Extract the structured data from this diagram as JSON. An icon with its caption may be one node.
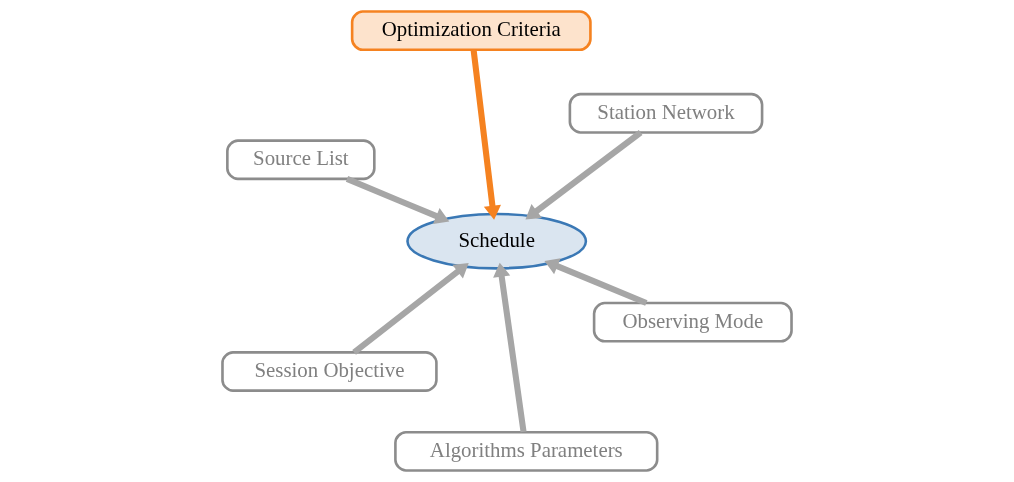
{
  "diagram": {
    "nodes": [
      {
        "text": [
          "Source List"
        ]
      },
      {
        "text": [
          "Observing Mode"
        ]
      },
      {
        "text": [
          "Algorithms Parameters"
        ]
      },
      {
        "text": [
          "Schedule"
        ]
      },
      {
        "text": [
          "Station Network"
        ]
      },
      {
        "text": [
          "Optimization Criteria"
        ]
      },
      {
        "text": [
          "Session Objective"
        ]
      }
    ],
    "edges": [
      {
        "from": 0,
        "to": 3,
        "arrow": "to"
      },
      {
        "from": 1,
        "to": 3,
        "arrow": "to"
      },
      {
        "from": 2,
        "to": 3,
        "arrow": "to"
      },
      {
        "from": 4,
        "to": 3,
        "arrow": "to"
      },
      {
        "from": 5,
        "to": 3,
        "arrow": "to",
        "color": "#f58220"
      },
      {
        "from": 6,
        "to": 3,
        "arrow": "to"
      }
    ]
  }
}
